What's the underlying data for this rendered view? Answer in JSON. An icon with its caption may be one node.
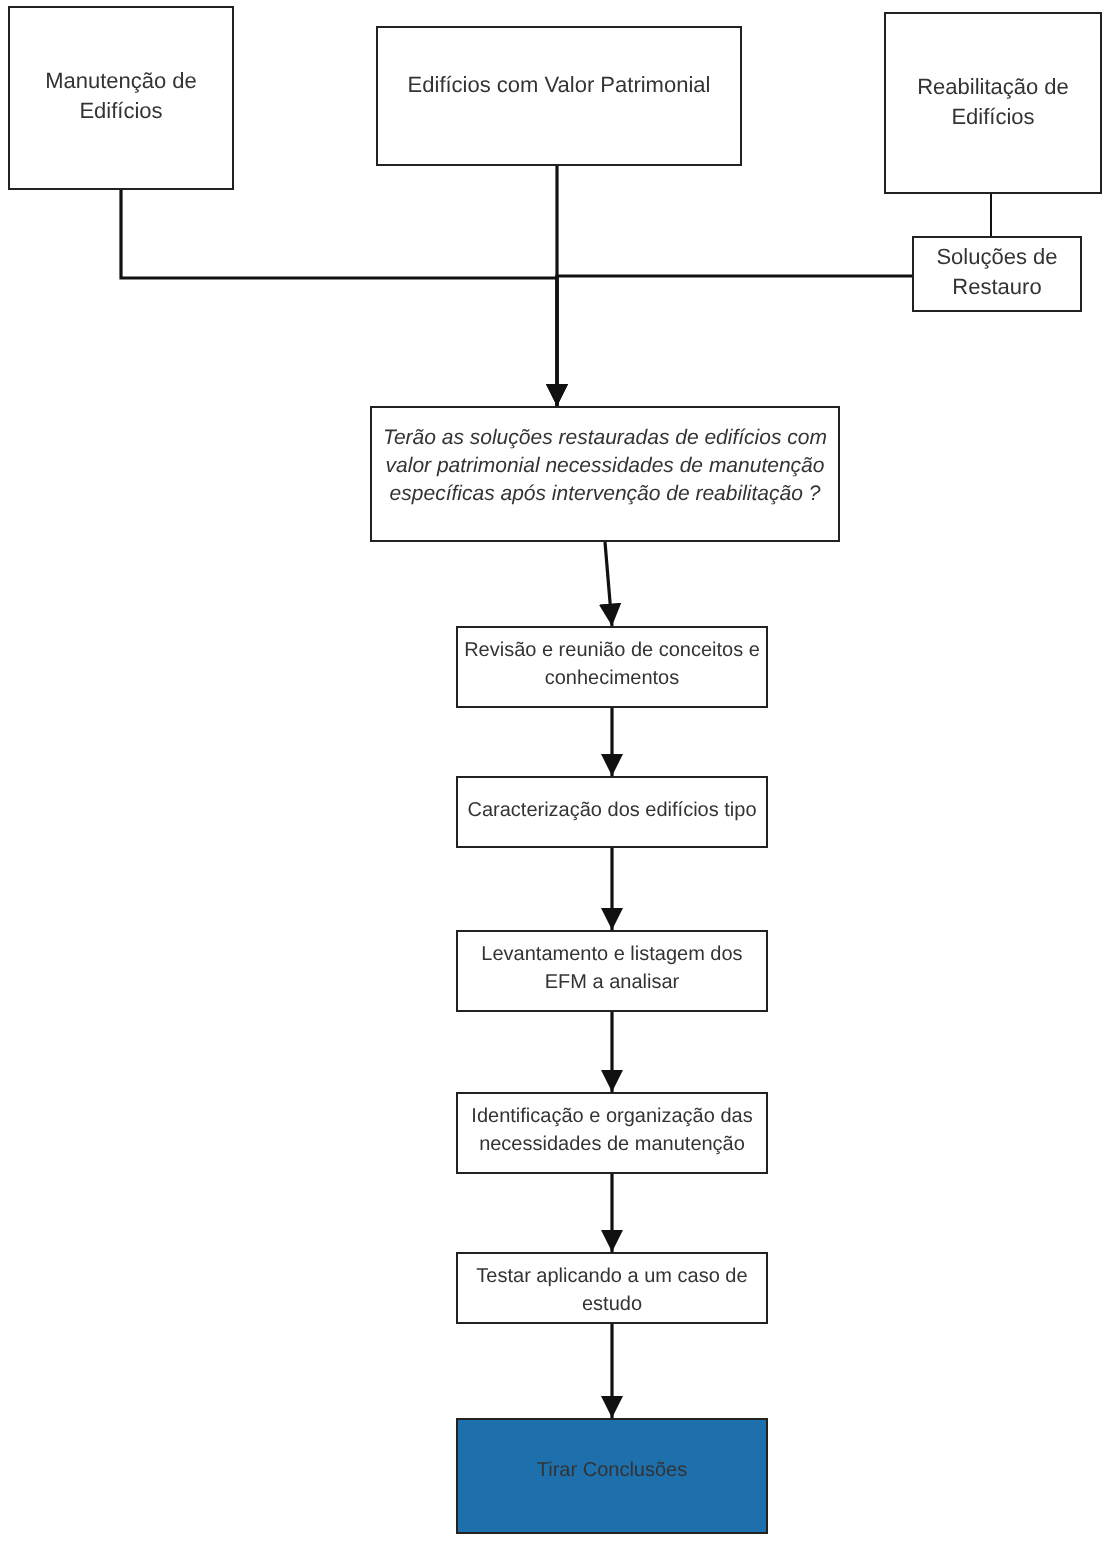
{
  "diagram": {
    "nodes": [
      {
        "text": [
          "Manutenção de Edifícios"
        ]
      },
      {
        "text": [
          "Edifícios com Valor Patrimonial"
        ]
      },
      {
        "text": [
          "Reabilitação de Edifícios"
        ]
      },
      {
        "text": [
          "Soluções de Restauro"
        ]
      },
      {
        "text": [
          "Terão as soluções restauradas de edifícios com valor patrimonial necessidades de manutenção específicas após intervenção de reabilitação ?"
        ]
      },
      {
        "text": [
          "Revisão e reunião de conceitos e conhecimentos"
        ]
      },
      {
        "text": [
          "Caracterização dos edifícios tipo"
        ]
      },
      {
        "text": [
          "Levantamento e listagem dos EFM a analisar"
        ]
      },
      {
        "text": [
          "Identificação e organização das necessidades de manutenção"
        ]
      },
      {
        "text": [
          "Testar aplicando a um caso de estudo"
        ]
      },
      {
        "text": [
          "Tirar Conclusões"
        ]
      }
    ],
    "edges": [
      {
        "from": 0,
        "to": 4,
        "arrow": "to"
      },
      {
        "from": 1,
        "to": 4,
        "arrow": "to"
      },
      {
        "from": 3,
        "to": 4,
        "arrow": "to"
      },
      {
        "from": 2,
        "to": 3,
        "arrow": "none"
      },
      {
        "from": 4,
        "to": 5,
        "arrow": "to"
      },
      {
        "from": 5,
        "to": 6,
        "arrow": "to"
      },
      {
        "from": 6,
        "to": 7,
        "arrow": "to"
      },
      {
        "from": 7,
        "to": 8,
        "arrow": "to"
      },
      {
        "from": 8,
        "to": 9,
        "arrow": "to"
      },
      {
        "from": 9,
        "to": 10,
        "arrow": "to"
      }
    ]
  }
}
